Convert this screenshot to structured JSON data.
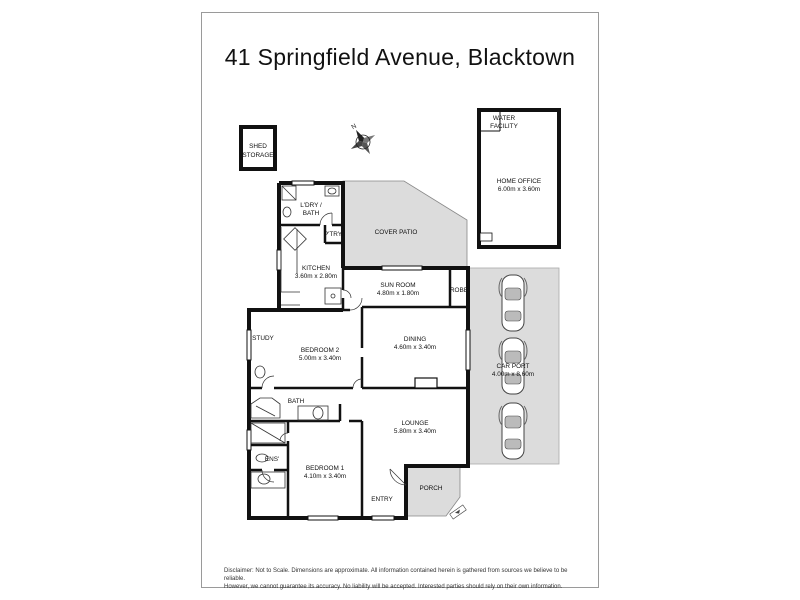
{
  "title": "41 Springfield Avenue, Blacktown",
  "disclaimer": {
    "line1": "Disclaimer: Not to Scale. Dimensions are approximate. All information contained herein is gathered from sources we believe to be reliable.",
    "line2": "However, we cannot guarantee its accuracy. No liability will be accepted. Interested parties should rely on their own information."
  },
  "rooms": {
    "shed": {
      "line1": "SHED",
      "line2": "STORAGE"
    },
    "water": {
      "line1": "WATER",
      "line2": "FACILITY"
    },
    "home_office": {
      "name": "HOME OFFICE",
      "dims": "6.00m x 3.60m"
    },
    "laundry": {
      "line1": "L'DRY /",
      "line2": "BATH"
    },
    "pantry": {
      "name": "P'TRY"
    },
    "cover_patio": {
      "name": "COVER PATIO"
    },
    "kitchen": {
      "name": "KITCHEN",
      "dims": "3.60m x 2.80m"
    },
    "sun_room": {
      "name": "SUN ROOM",
      "dims": "4.80m x 1.80m"
    },
    "robe": {
      "name": "ROBE"
    },
    "study": {
      "name": "STUDY"
    },
    "bedroom2": {
      "name": "BEDROOM 2",
      "dims": "5.00m x 3.40m"
    },
    "dining": {
      "name": "DINING",
      "dims": "4.60m x 3.40m"
    },
    "car_port": {
      "name": "CAR PORT",
      "dims": "4.00m x 8.60m"
    },
    "bath": {
      "name": "BATH"
    },
    "lounge": {
      "name": "LOUNGE",
      "dims": "5.80m x 3.40m"
    },
    "ensuite": {
      "name": "ENS'"
    },
    "bedroom1": {
      "name": "BEDROOM 1",
      "dims": "4.10m x 3.40m"
    },
    "entry": {
      "name": "ENTRY"
    },
    "porch": {
      "name": "PORCH"
    }
  }
}
